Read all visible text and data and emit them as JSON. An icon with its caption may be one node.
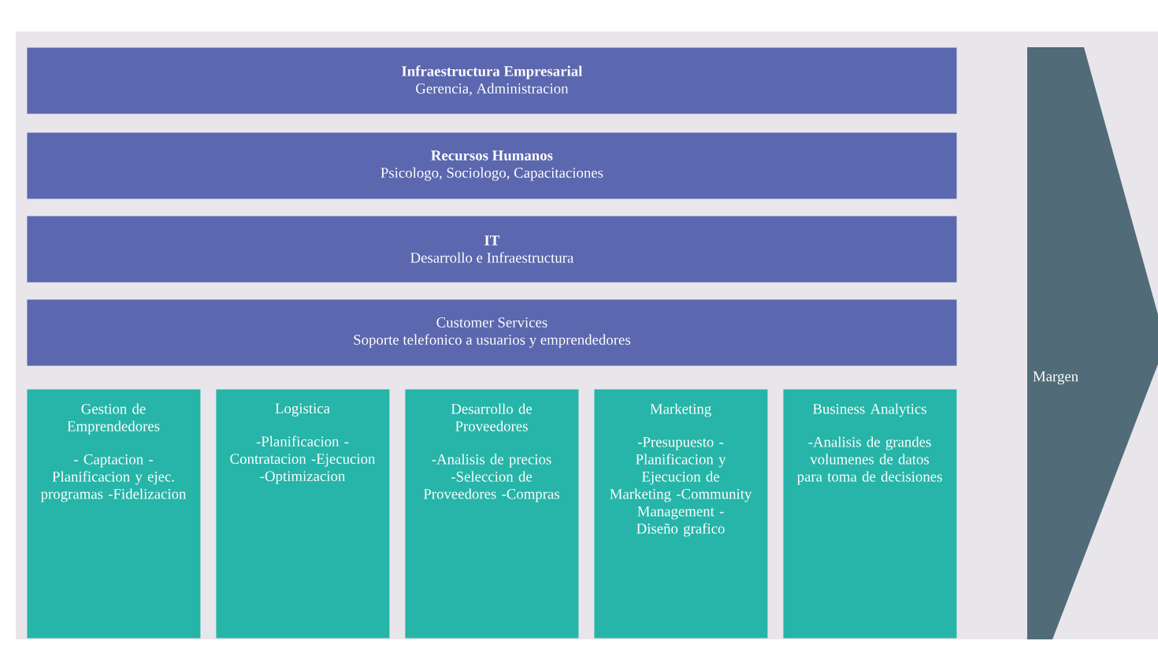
{
  "diagram": {
    "nodes": [
      {
        "text": [
          "Infraestructura Empresarial",
          "Gerencia,  Administracion"
        ]
      },
      {
        "text": [
          "Recursos Humanos",
          "Psicologo, Sociologo, Capacitaciones"
        ]
      },
      {
        "text": [
          "IT",
          "Desarrollo e Infraestructura"
        ]
      },
      {
        "text": [
          "Customer Services",
          "Soporte telefonico a usuarios y emprendedores"
        ]
      },
      {
        "text": [
          "Gestion de Emprendedores",
          "- Captacion -Planificacion y ejec. programas -Fidelizacion"
        ]
      },
      {
        "text": [
          "Logistica",
          "-Planificacion -Contratacion -Ejecucion -Optimizacion"
        ]
      },
      {
        "text": [
          "Desarrollo de Proveedores",
          "-Analisis de precios -Seleccion de Proveedores -Compras"
        ]
      },
      {
        "text": [
          "Marketing",
          "-Presupuesto -Planificacion y Ejecucion de Marketing -Community Management -Diseño grafico"
        ]
      },
      {
        "text": [
          "Business Analytics",
          "-Analisis de grandes volumenes de datos para toma de decisiones"
        ]
      },
      {
        "text": [
          "Margen"
        ]
      }
    ]
  }
}
